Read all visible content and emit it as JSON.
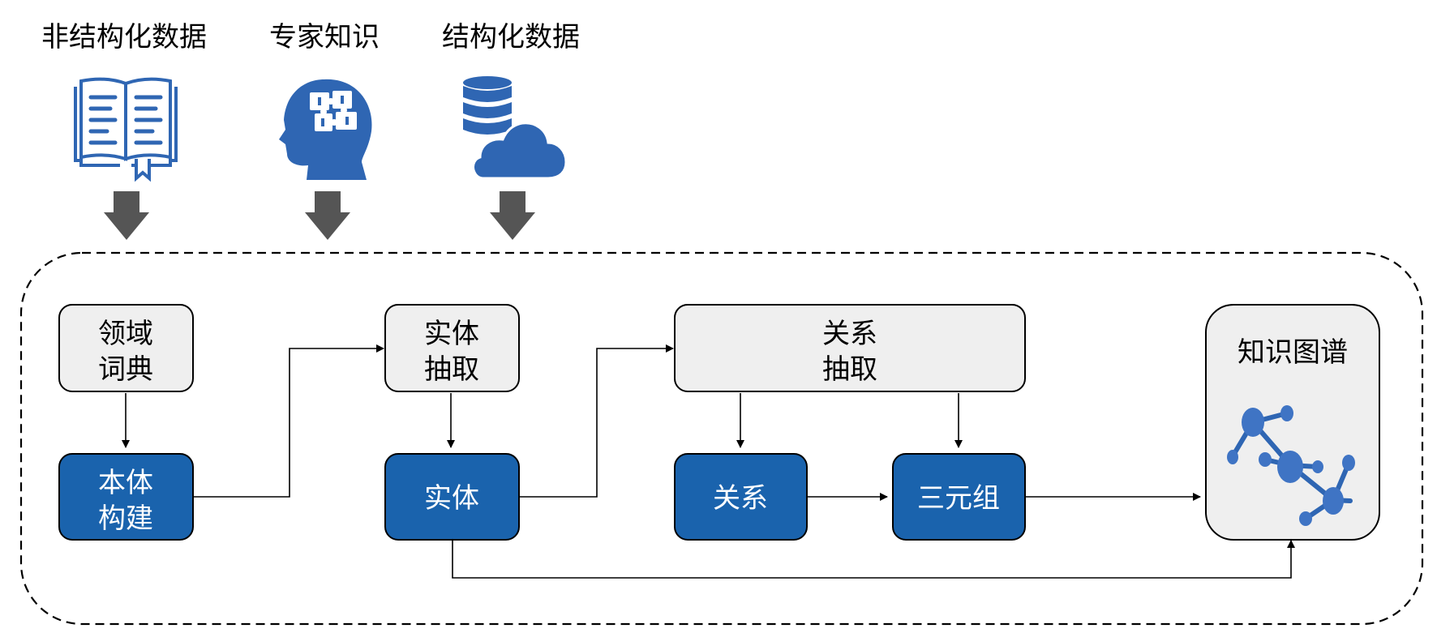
{
  "colors": {
    "accent_blue": "#2f66b3",
    "box_dark": "#1a63ad",
    "box_light": "#efefef",
    "arrow_gray": "#555555",
    "line": "#000000",
    "white": "#ffffff"
  },
  "sources": [
    {
      "label": "非结构化数据",
      "icon": "open-book-icon"
    },
    {
      "label": "专家知识",
      "icon": "puzzle-head-icon"
    },
    {
      "label": "结构化数据",
      "icon": "database-cloud-icon"
    }
  ],
  "boxes": {
    "domain_dict": {
      "line1": "领域",
      "line2": "词典"
    },
    "ontology": {
      "line1": "本体",
      "line2": "构建"
    },
    "entity_extract": {
      "line1": "实体",
      "line2": "抽取"
    },
    "entity": {
      "label": "实体"
    },
    "relation_extract": {
      "line1": "关系",
      "line2": "抽取"
    },
    "relation": {
      "label": "关系"
    },
    "triple": {
      "label": "三元组"
    },
    "kg": {
      "label": "知识图谱",
      "icon": "graph-network-icon"
    }
  }
}
